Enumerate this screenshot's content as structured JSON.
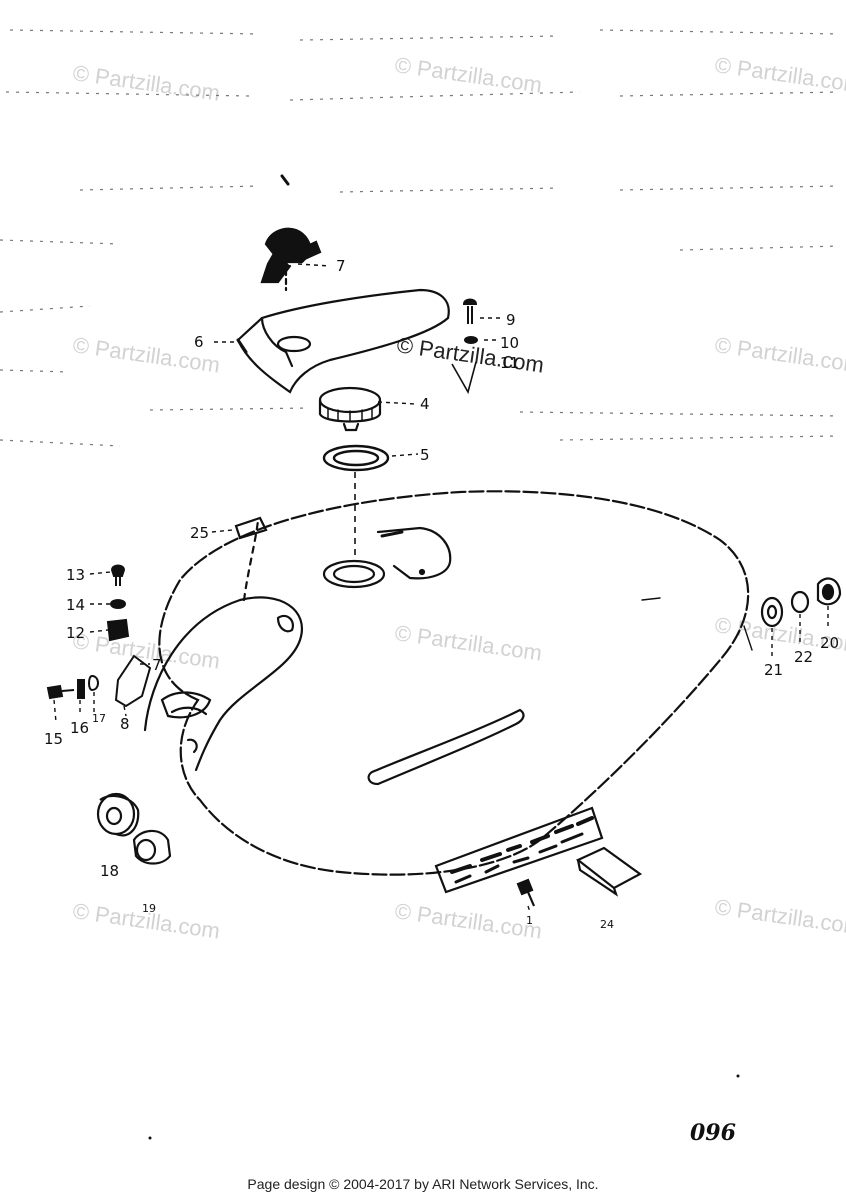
{
  "watermark": {
    "text": "© Partzilla.com"
  },
  "callouts": {
    "c1": "1",
    "c4": "4",
    "c5": "5",
    "c6": "6",
    "c7": "7",
    "c7b": "7",
    "c8": "8",
    "c9": "9",
    "c10": "10",
    "c11": "11",
    "c12": "12",
    "c13": "13",
    "c14": "14",
    "c15": "15",
    "c16": "16",
    "c17": "17",
    "c18": "18",
    "c19": "19",
    "c20": "20",
    "c21": "21",
    "c22": "22",
    "c24": "24",
    "c25": "25"
  },
  "page_number": "096",
  "footer": {
    "text": "Page design © 2004-2017 by ARI Network Services, Inc."
  }
}
